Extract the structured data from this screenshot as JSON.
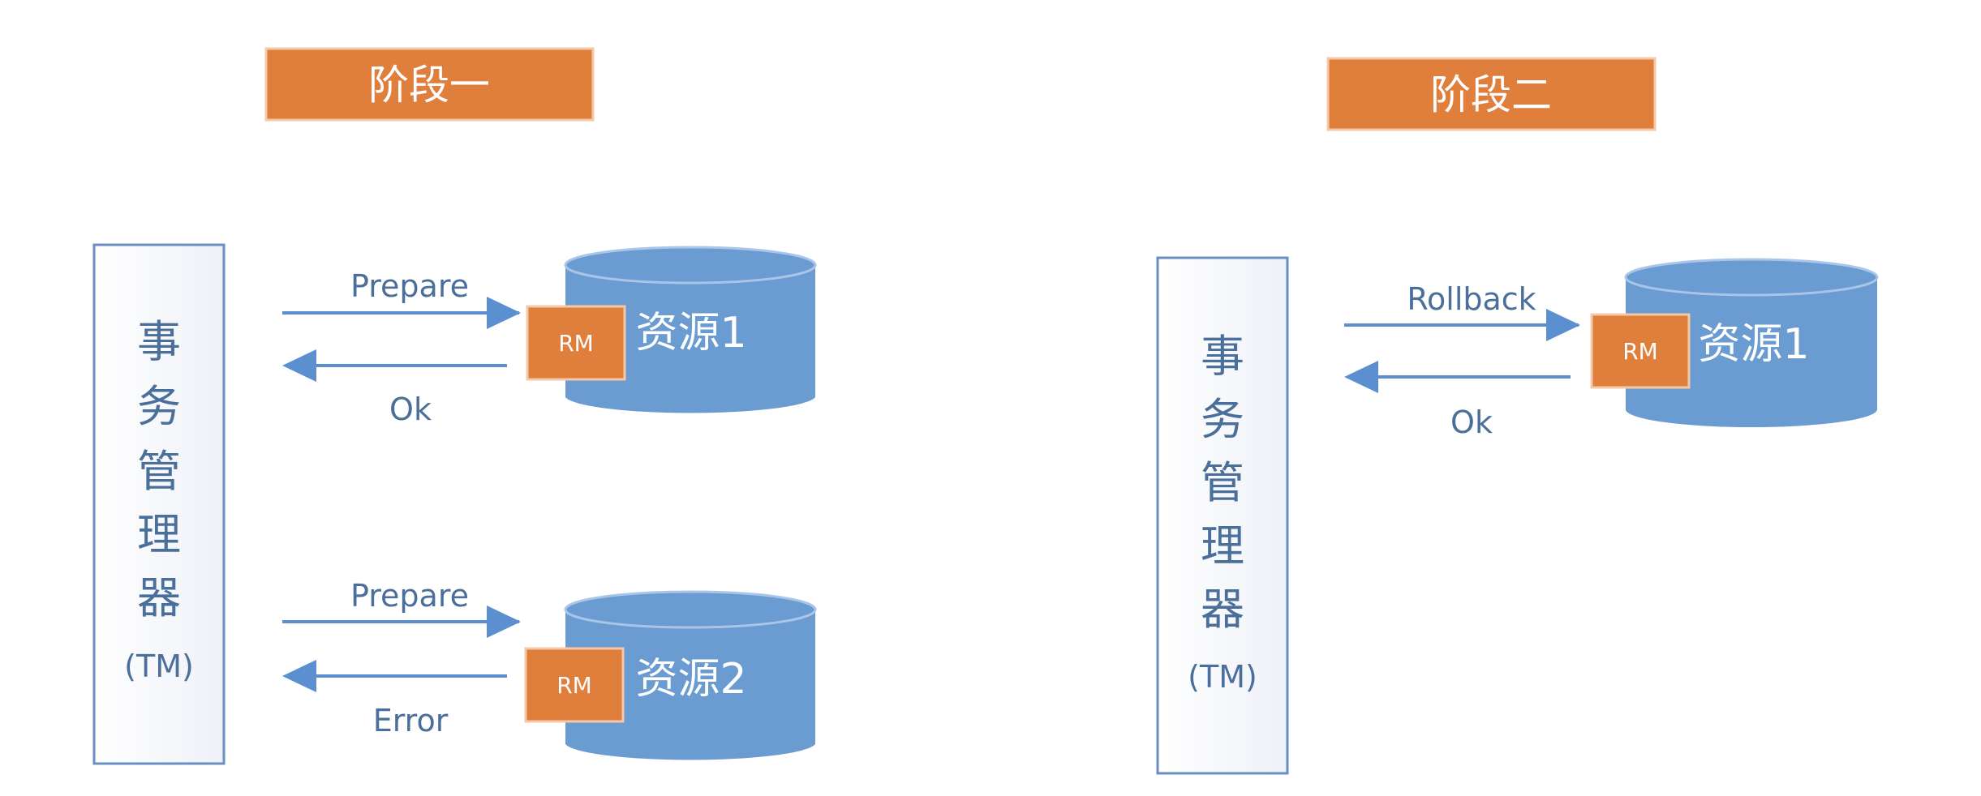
{
  "colors": {
    "orange": "#e07e3c",
    "blue": "#6a9bd1",
    "blue_dark": "#5b87bb",
    "text_blue": "#4a6f9a",
    "frame_blue": "#6b8fc0"
  },
  "phase_one": {
    "title": "阶段一",
    "tm_chars": [
      "事",
      "务",
      "管",
      "理",
      "器"
    ],
    "tm_abbr": "(TM)",
    "resources": [
      {
        "name": "资源1",
        "rm": "RM",
        "request": "Prepare",
        "response": "Ok"
      },
      {
        "name": "资源2",
        "rm": "RM",
        "request": "Prepare",
        "response": "Error"
      }
    ]
  },
  "phase_two": {
    "title": "阶段二",
    "tm_chars": [
      "事",
      "务",
      "管",
      "理",
      "器"
    ],
    "tm_abbr": "(TM)",
    "resources": [
      {
        "name": "资源1",
        "rm": "RM",
        "request": "Rollback",
        "response": "Ok"
      }
    ]
  }
}
